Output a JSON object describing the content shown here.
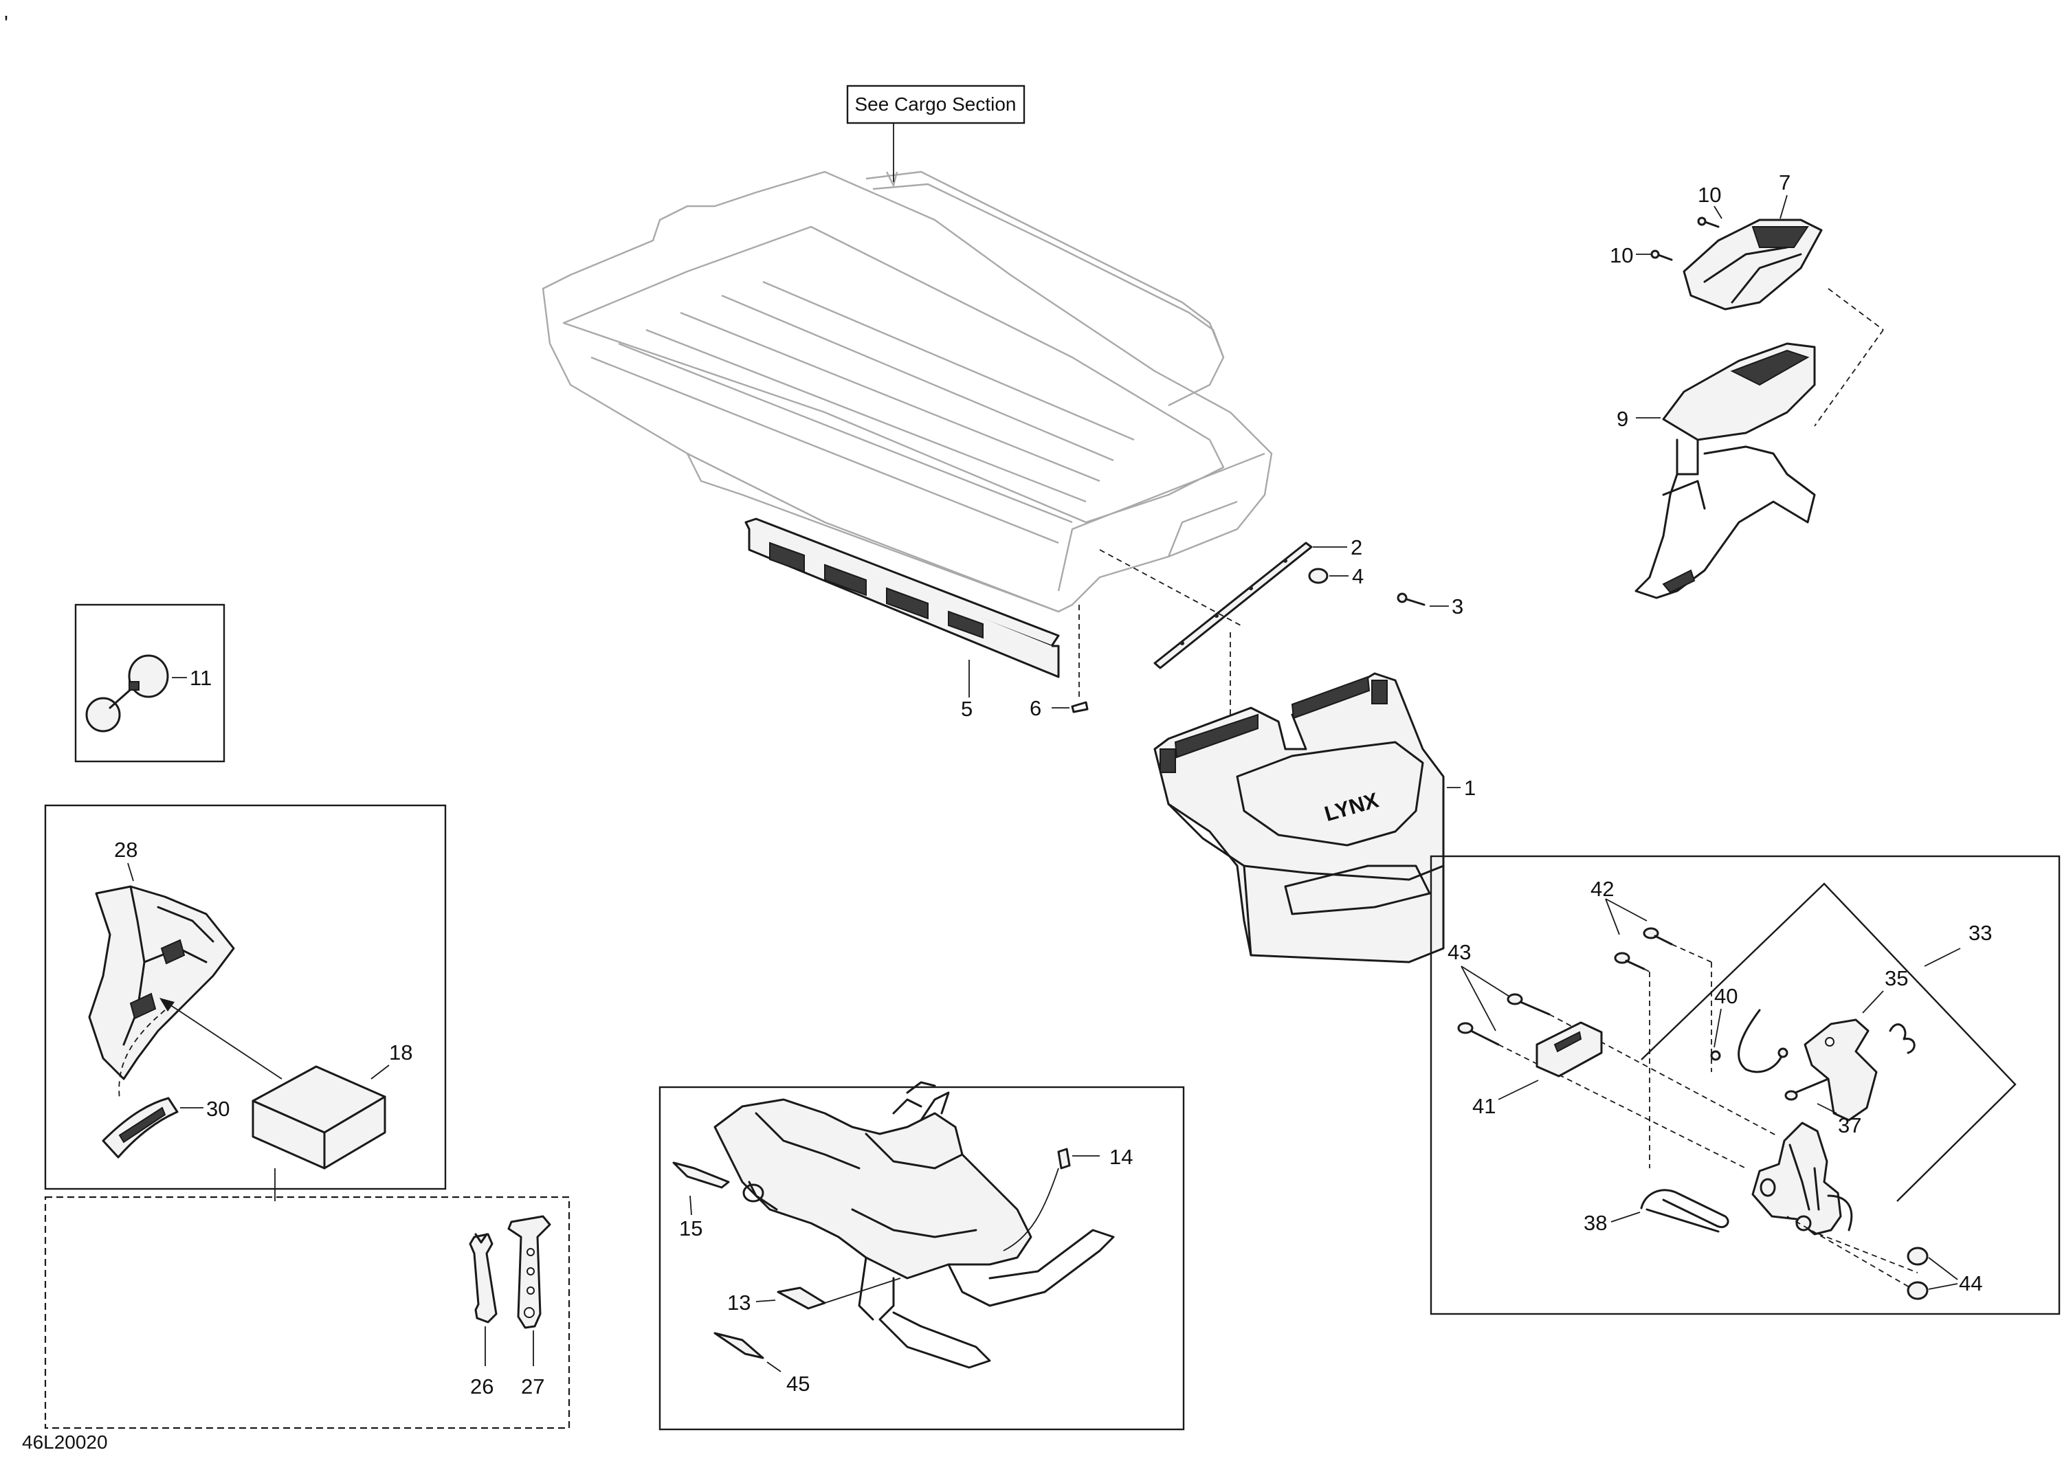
{
  "tick_mark": "'",
  "reference_box": "See Cargo Section",
  "drawing_number": "46L20020",
  "logo_text": "LYNX",
  "callouts": {
    "p1": "1",
    "p2": "2",
    "p3": "3",
    "p4": "4",
    "p5": "5",
    "p6": "6",
    "p7": "7",
    "p9": "9",
    "p10a": "10",
    "p10b": "10",
    "p11": "11",
    "p13": "13",
    "p14": "14",
    "p15": "15",
    "p18": "18",
    "p26": "26",
    "p27": "27",
    "p28": "28",
    "p30": "30",
    "p33": "33",
    "p35": "35",
    "p37": "37",
    "p38": "38",
    "p40": "40",
    "p41": "41",
    "p42": "42",
    "p43": "43",
    "p44": "44",
    "p45": "45"
  }
}
